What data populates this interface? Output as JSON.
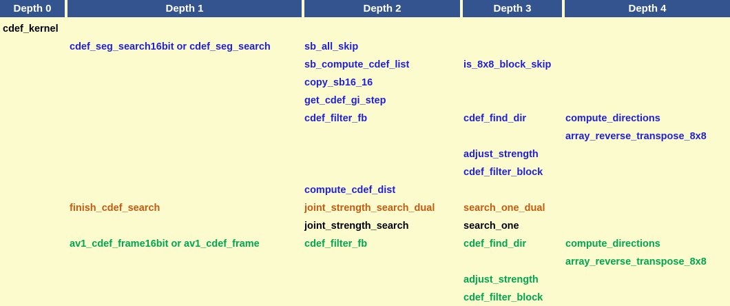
{
  "table": {
    "title": "CDEF kernel call tree by depth",
    "colors": {
      "header_bg": "#33548F",
      "header_text": "#FFFFFF",
      "body_bg": "#FCFBCE",
      "black": "#000000",
      "blue": "#1F1FD8",
      "orange": "#C55A11",
      "green": "#00A650"
    },
    "columns": [
      {
        "label": "Depth 0"
      },
      {
        "label": "Depth 1"
      },
      {
        "label": "Depth 2"
      },
      {
        "label": "Depth 3"
      },
      {
        "label": "Depth 4"
      }
    ],
    "rows": [
      {
        "depth0": "cdef_kernel",
        "depth0_color": "black",
        "depth1": "",
        "depth1_color": "blue",
        "depth2": "",
        "depth2_color": "blue",
        "depth3": "",
        "depth3_color": "blue",
        "depth4": "",
        "depth4_color": "blue"
      },
      {
        "depth0": "",
        "depth0_color": "black",
        "depth1": "cdef_seg_search16bit or cdef_seg_search",
        "depth1_color": "blue",
        "depth2": "sb_all_skip",
        "depth2_color": "blue",
        "depth3": "",
        "depth3_color": "blue",
        "depth4": "",
        "depth4_color": "blue"
      },
      {
        "depth0": "",
        "depth0_color": "black",
        "depth1": "",
        "depth1_color": "blue",
        "depth2": "sb_compute_cdef_list",
        "depth2_color": "blue",
        "depth3": "is_8x8_block_skip",
        "depth3_color": "blue",
        "depth4": "",
        "depth4_color": "blue"
      },
      {
        "depth0": "",
        "depth0_color": "black",
        "depth1": "",
        "depth1_color": "blue",
        "depth2": "copy_sb16_16",
        "depth2_color": "blue",
        "depth3": "",
        "depth3_color": "blue",
        "depth4": "",
        "depth4_color": "blue"
      },
      {
        "depth0": "",
        "depth0_color": "black",
        "depth1": "",
        "depth1_color": "blue",
        "depth2": "get_cdef_gi_step",
        "depth2_color": "blue",
        "depth3": "",
        "depth3_color": "blue",
        "depth4": "",
        "depth4_color": "blue"
      },
      {
        "depth0": "",
        "depth0_color": "black",
        "depth1": "",
        "depth1_color": "blue",
        "depth2": "cdef_filter_fb",
        "depth2_color": "blue",
        "depth3": "cdef_find_dir",
        "depth3_color": "blue",
        "depth4": "compute_directions",
        "depth4_color": "blue"
      },
      {
        "depth0": "",
        "depth0_color": "black",
        "depth1": "",
        "depth1_color": "blue",
        "depth2": "",
        "depth2_color": "blue",
        "depth3": "",
        "depth3_color": "blue",
        "depth4": "array_reverse_transpose_8x8",
        "depth4_color": "blue"
      },
      {
        "depth0": "",
        "depth0_color": "black",
        "depth1": "",
        "depth1_color": "blue",
        "depth2": "",
        "depth2_color": "blue",
        "depth3": "adjust_strength",
        "depth3_color": "blue",
        "depth4": "",
        "depth4_color": "blue"
      },
      {
        "depth0": "",
        "depth0_color": "black",
        "depth1": "",
        "depth1_color": "blue",
        "depth2": "",
        "depth2_color": "blue",
        "depth3": "cdef_filter_block",
        "depth3_color": "blue",
        "depth4": "",
        "depth4_color": "blue"
      },
      {
        "depth0": "",
        "depth0_color": "black",
        "depth1": "",
        "depth1_color": "blue",
        "depth2": "compute_cdef_dist",
        "depth2_color": "blue",
        "depth3": "",
        "depth3_color": "blue",
        "depth4": "",
        "depth4_color": "blue"
      },
      {
        "depth0": "",
        "depth0_color": "black",
        "depth1": "finish_cdef_search",
        "depth1_color": "orange",
        "depth2": "joint_strength_search_dual",
        "depth2_color": "orange",
        "depth3": "search_one_dual",
        "depth3_color": "orange",
        "depth4": "",
        "depth4_color": "orange"
      },
      {
        "depth0": "",
        "depth0_color": "black",
        "depth1": "",
        "depth1_color": "black",
        "depth2": "joint_strength_search",
        "depth2_color": "black",
        "depth3": "search_one",
        "depth3_color": "black",
        "depth4": "",
        "depth4_color": "black"
      },
      {
        "depth0": "",
        "depth0_color": "black",
        "depth1": "av1_cdef_frame16bit or av1_cdef_frame",
        "depth1_color": "green",
        "depth2": "cdef_filter_fb",
        "depth2_color": "green",
        "depth3": "cdef_find_dir",
        "depth3_color": "green",
        "depth4": "compute_directions",
        "depth4_color": "green"
      },
      {
        "depth0": "",
        "depth0_color": "black",
        "depth1": "",
        "depth1_color": "green",
        "depth2": "",
        "depth2_color": "green",
        "depth3": "",
        "depth3_color": "green",
        "depth4": "array_reverse_transpose_8x8",
        "depth4_color": "green"
      },
      {
        "depth0": "",
        "depth0_color": "black",
        "depth1": "",
        "depth1_color": "green",
        "depth2": "",
        "depth2_color": "green",
        "depth3": "adjust_strength",
        "depth3_color": "green",
        "depth4": "",
        "depth4_color": "green"
      },
      {
        "depth0": "",
        "depth0_color": "black",
        "depth1": "",
        "depth1_color": "green",
        "depth2": "",
        "depth2_color": "green",
        "depth3": "cdef_filter_block",
        "depth3_color": "green",
        "depth4": "",
        "depth4_color": "green"
      }
    ]
  }
}
